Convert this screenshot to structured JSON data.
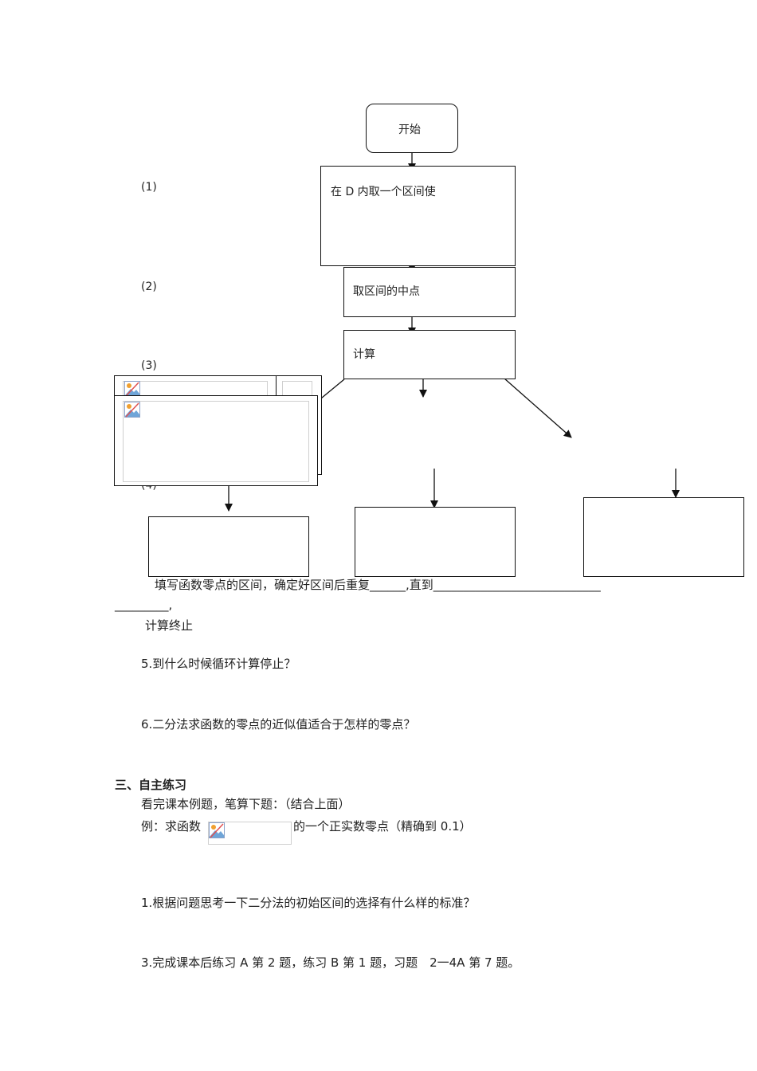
{
  "flowchart": {
    "start_label": "开始",
    "step1_label": "在 D 内取一个区间使",
    "step2_label": "取区间的中点",
    "step3_label": "计算",
    "side_labels": [
      "(1)",
      "(2)",
      "(3)",
      "(4)"
    ]
  },
  "text": {
    "fill_line1": "填写函数零点的区间，确定好区间后重复______,直到____________________________",
    "fill_line2": "_________,",
    "fill_line3": "计算终止",
    "q5": "5.到什么时候循环计算停止？",
    "q6": "6.二分法求函数的零点的近似值适合于怎样的零点？",
    "section3_title": "三、自主练习",
    "practice_intro": "看完课本例题，笔算下题：（结合上面）",
    "example_prefix": "例：求函数",
    "example_suffix": "的一个正实数零点（精确到 0.1）",
    "q1": "1.根据问题思考一下二分法的初始区间的选择有什么样的标准？",
    "q3": "3.完成课本后练习 A 第 2 题，练习 B 第 1 题，习题　2一4A 第 7 题。"
  },
  "icons": [
    "broken-image-icon"
  ]
}
